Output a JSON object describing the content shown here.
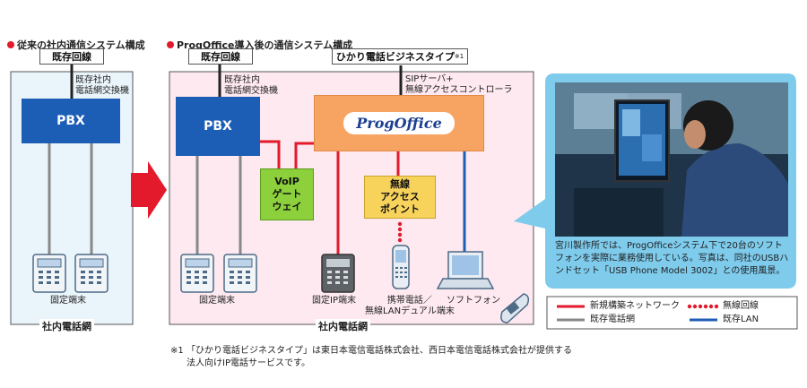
{
  "left": {
    "title": "従来の社内通信システム構成",
    "line_label": "既存回線",
    "exchange_label": "既存社内\n電話網交換機",
    "pbx_label": "PBX",
    "terminal_label": "固定端末",
    "network_label": "社内電話網"
  },
  "right": {
    "title": "ProgOffice導入後の通信システム構成",
    "line_label": "既存回線",
    "hikari_label": "ひかり電話ビジネスタイプ",
    "hikari_sup": "※1",
    "exchange_label": "既存社内\n電話網交換機",
    "sip_label": "SIPサーバ+\n無線アクセスコントローラ",
    "pbx_label": "PBX",
    "progoffice_logo": "ProgOffice",
    "voip_label": "VoIP\nゲート\nウェイ",
    "ap_label": "無線\nアクセス\nポイント",
    "terminal_label": "固定端末",
    "ip_terminal_label": "固定IP端末",
    "mobile_label": "携帯電話／\n無線LANデュアル端末",
    "softphone_label": "ソフトフォン",
    "network_label": "社内電話網"
  },
  "photo_caption": "宮川製作所では、ProgOfficeシステム下で20台のソフトフォンを実際に業務使用している。写真は、同社のUSBハンドセット「USB Phone Model 3002」との使用風景。",
  "legend": {
    "new_network": "新規構築ネットワーク",
    "wireless": "無線回線",
    "existing_phone": "既存電話網",
    "existing_lan": "既存LAN"
  },
  "footnote": {
    "mark": "※1",
    "text1": "「ひかり電話ビジネスタイプ」は東日本電信電話株式会社、西日本電信電話株式会社が提供する",
    "text2": "法人向けIP電話サービスです。"
  },
  "colors": {
    "red": "#e21a2c",
    "blue": "#1c5db6",
    "gray": "#888888",
    "orange": "#f7a463",
    "green": "#8cd13c",
    "yellow": "#f7d35c",
    "pink_bg": "#fde9ef",
    "lightblue_bg": "#eaf5fb",
    "callout": "#7ecbec"
  }
}
